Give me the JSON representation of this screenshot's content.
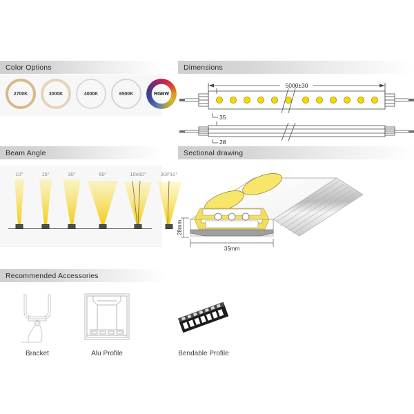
{
  "sections": {
    "color_options": {
      "title": "Color Options",
      "options": [
        {
          "label": "2700K",
          "ring_color": "#d9b98a"
        },
        {
          "label": "3000K",
          "ring_color": "#e3d4bb"
        },
        {
          "label": "4000K",
          "ring_color": "#dadada"
        },
        {
          "label": "6500K",
          "ring_color": "#d5d5d5"
        },
        {
          "label": "RGBW",
          "ring_color": "multicolor"
        }
      ]
    },
    "beam_angle": {
      "title": "Beam Angle",
      "angles": [
        {
          "label": "10°",
          "spread": 10
        },
        {
          "label": "15°",
          "spread": 15
        },
        {
          "label": "30°",
          "spread": 30
        },
        {
          "label": "60°",
          "spread": 60
        },
        {
          "label": "10x60°",
          "spread": 60
        },
        {
          "label": "30P10°",
          "spread": 40
        }
      ]
    },
    "dimensions": {
      "title": "Dimensions",
      "length_label": "5000±30",
      "width_label": "35",
      "height_label": "28",
      "led_count": 12
    },
    "sectional_drawing": {
      "title": "Sectional drawing",
      "height_label": "28mm",
      "width_label": "35mm"
    },
    "accessories": {
      "title": "Recommended Accessories",
      "items": [
        {
          "label": "Bracket"
        },
        {
          "label": "Alu Profile"
        },
        {
          "label": "Bendable Profile"
        }
      ]
    }
  },
  "colors": {
    "led_yellow": "#f5d800",
    "beam_yellow": "#f7e14a",
    "header_gray": "#cfcfcf",
    "panel_bg": "#f7f7f7",
    "line_gray": "#6a6a6a"
  }
}
